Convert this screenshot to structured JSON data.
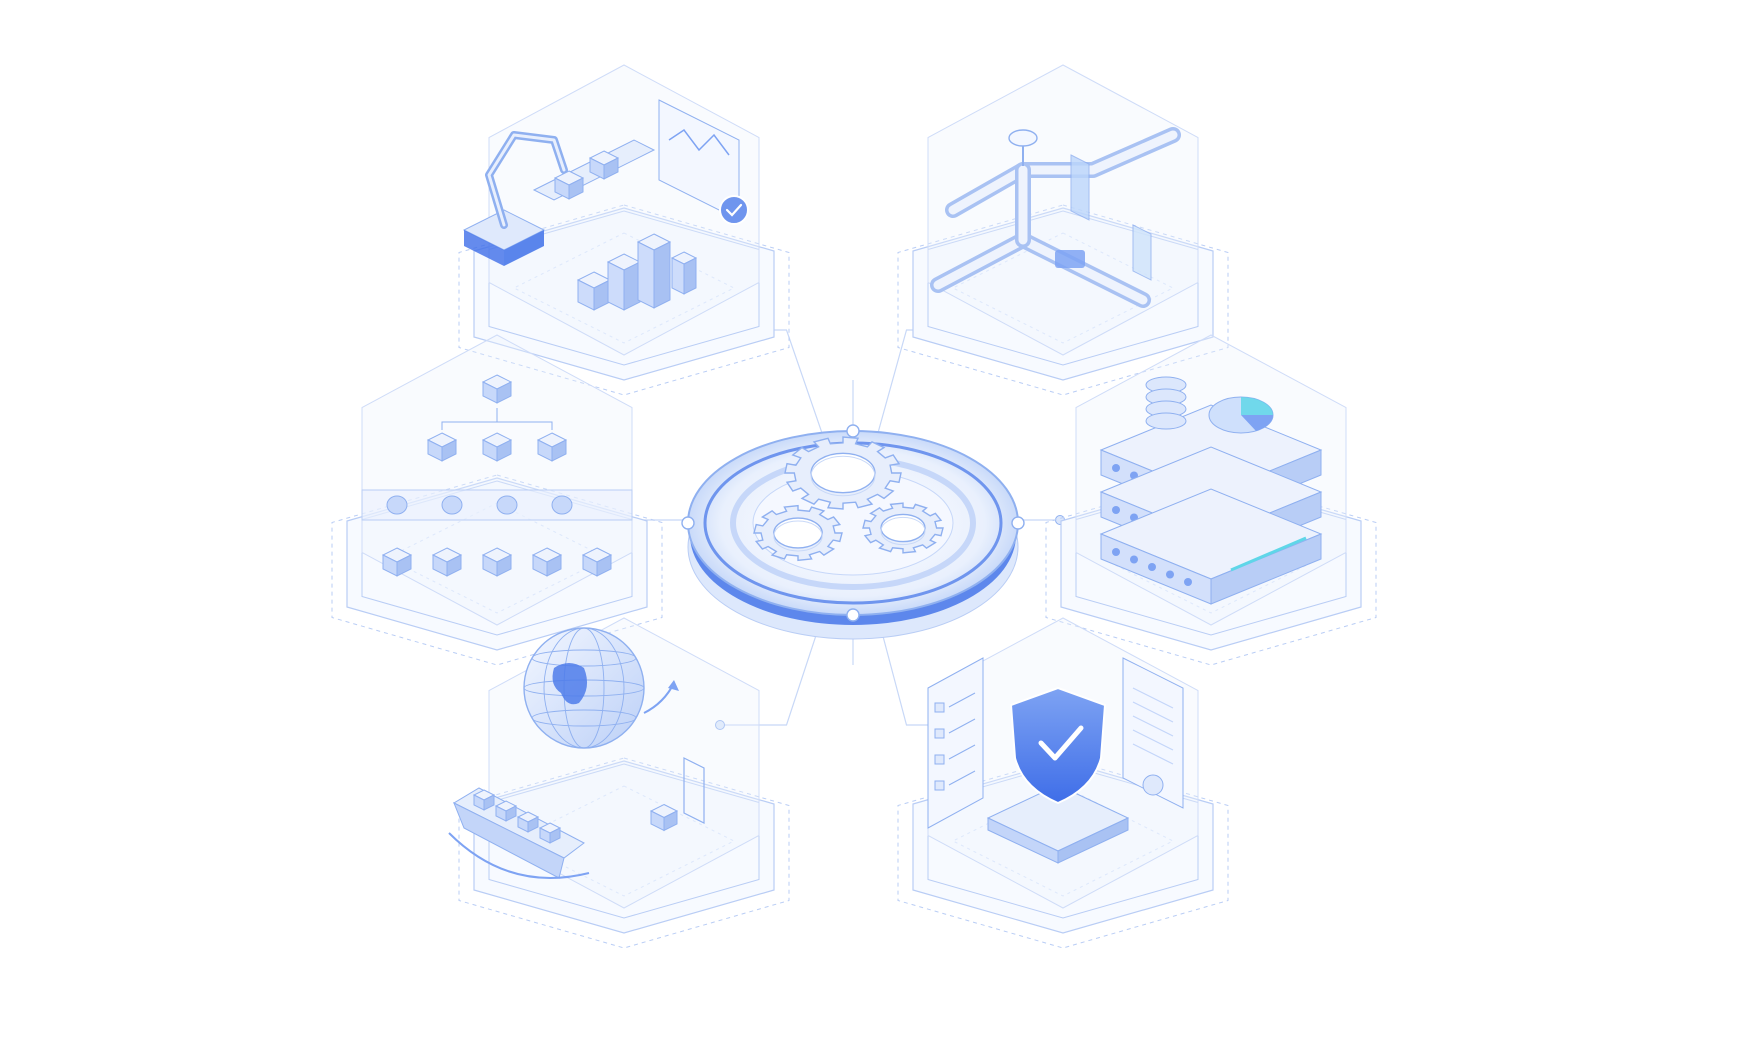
{
  "palette": {
    "line": "#b9cdf5",
    "line_dark": "#8fb0f0",
    "fill_light": "#eef3fd",
    "fill_mid": "#d9e5fb",
    "accent": "#3f6ee8",
    "accent_light": "#7ea3f3",
    "cyan": "#5fd6e8"
  },
  "diagram": {
    "hub": {
      "icon": "gears-icon"
    },
    "modules": [
      {
        "id": "smart-manufacturing",
        "icon": "robot-arm-icon"
      },
      {
        "id": "pipeline-monitoring",
        "icon": "pipeline-icon"
      },
      {
        "id": "hierarchy",
        "icon": "hierarchy-icon"
      },
      {
        "id": "data-storage",
        "icon": "server-database-icon"
      },
      {
        "id": "global-logistics",
        "icon": "globe-ship-icon"
      },
      {
        "id": "security-compliance",
        "icon": "shield-check-icon"
      }
    ]
  }
}
